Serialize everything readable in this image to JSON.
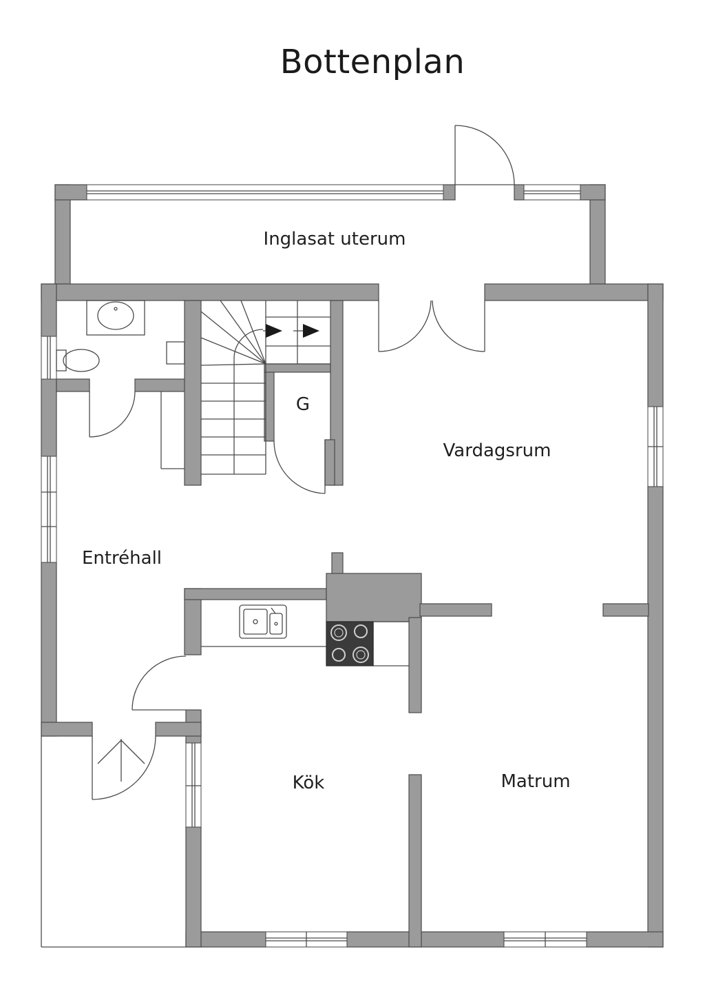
{
  "title": "Bottenplan",
  "rooms": {
    "uterum": "Inglasat uterum",
    "vardagsrum": "Vardagsrum",
    "garderob": "G",
    "entrehall": "Entréhall",
    "kok": "Kök",
    "matrum": "Matrum"
  }
}
